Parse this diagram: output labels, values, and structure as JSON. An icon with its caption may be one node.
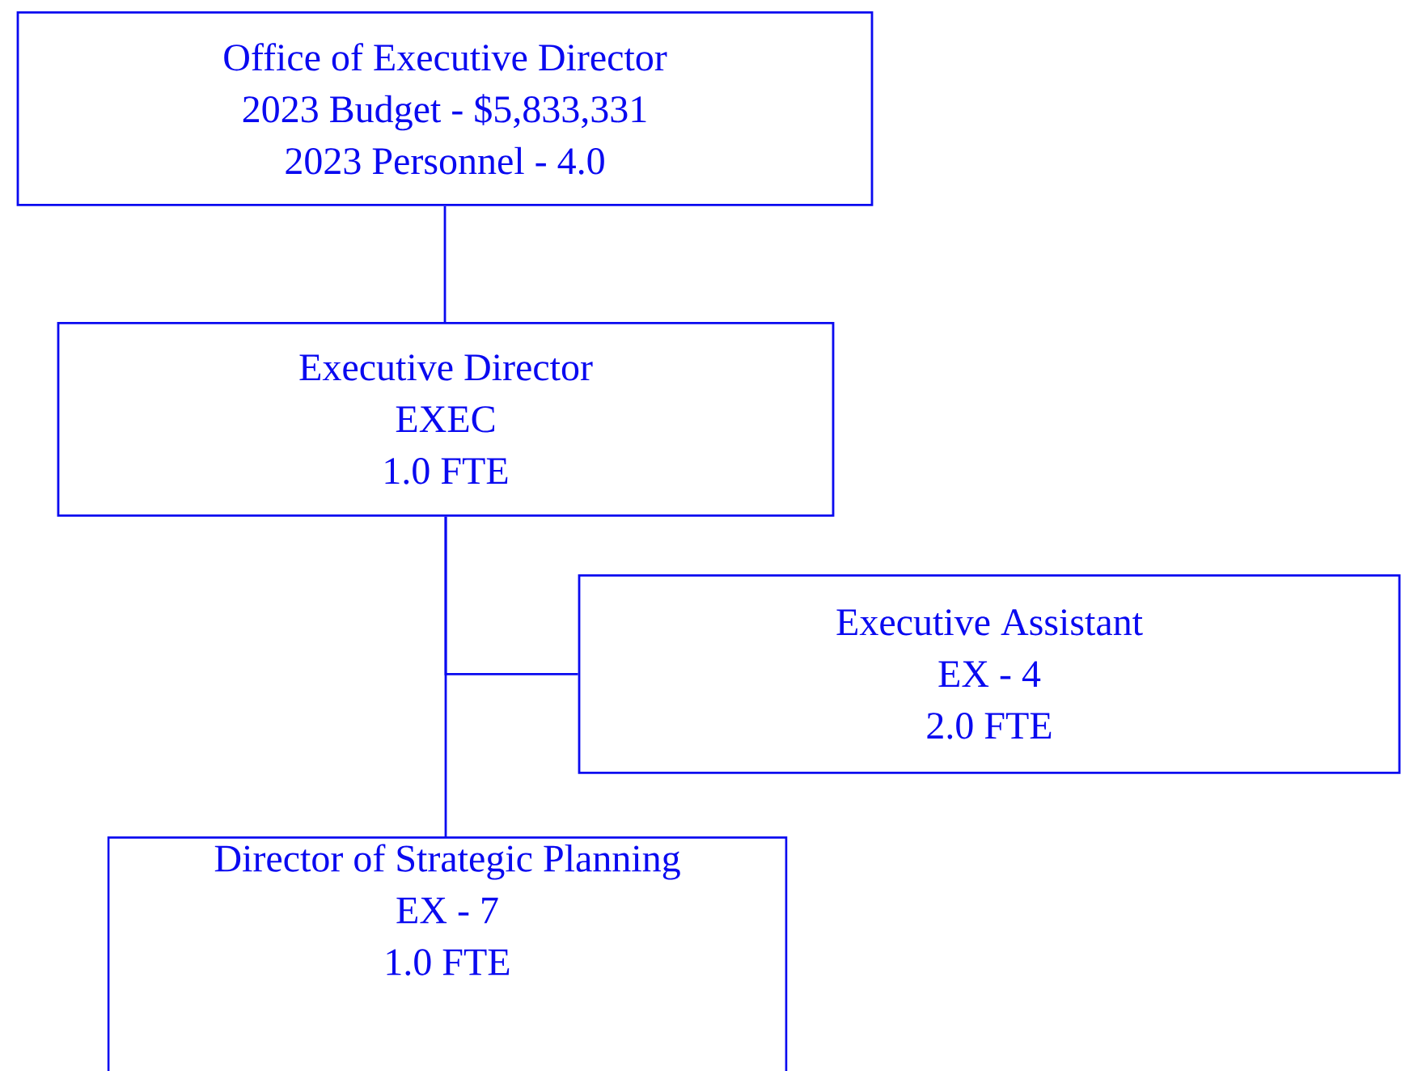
{
  "diagram": {
    "nodes": [
      {
        "text": [
          "Office of Executive Director",
          "2023 Budget - $5,833,331",
          "2023 Personnel - 4.0"
        ]
      },
      {
        "text": [
          "Executive Director",
          "EXEC",
          "1.0 FTE"
        ]
      },
      {
        "text": [
          "Executive Assistant",
          "EX - 4",
          "2.0 FTE"
        ]
      },
      {
        "text": [
          "Director of Strategic Planning",
          "EX - 7",
          "1.0 FTE"
        ]
      }
    ],
    "edges": [
      {
        "from": 0,
        "to": 1,
        "arrow": "none"
      },
      {
        "from": 1,
        "to": 2,
        "arrow": "none"
      },
      {
        "from": 1,
        "to": 3,
        "arrow": "none"
      }
    ]
  }
}
